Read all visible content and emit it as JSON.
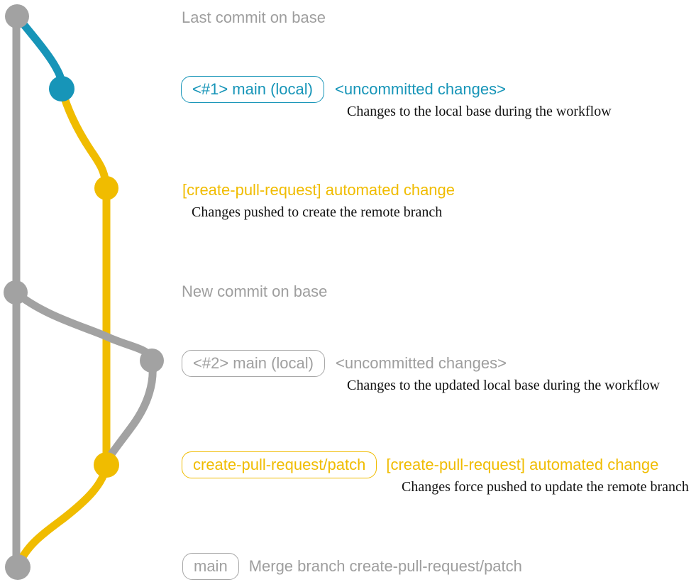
{
  "colors": {
    "base": "#a2a2a2",
    "blue": "#1795b8",
    "yellow": "#f0bc00",
    "gray_text": "#9e9e9e"
  },
  "annotations": {
    "last_commit": "Last commit on base",
    "new_commit": "New commit on base",
    "merge_message": "Merge branch create-pull-request/patch"
  },
  "head1": {
    "badge": "<#1> main (local)",
    "title": "<uncommitted changes>",
    "description": "Changes to the local base during the workflow"
  },
  "push1": {
    "title": "[create-pull-request] automated change",
    "description": "Changes pushed to create the remote branch"
  },
  "head2": {
    "badge": "<#2> main (local)",
    "title": "<uncommitted changes>",
    "description": "Changes to the updated local base during the workflow"
  },
  "push2": {
    "badge": "create-pull-request/patch",
    "title": "[create-pull-request] automated change",
    "description": "Changes force pushed to update the remote branch"
  },
  "merge": {
    "badge": "main"
  }
}
